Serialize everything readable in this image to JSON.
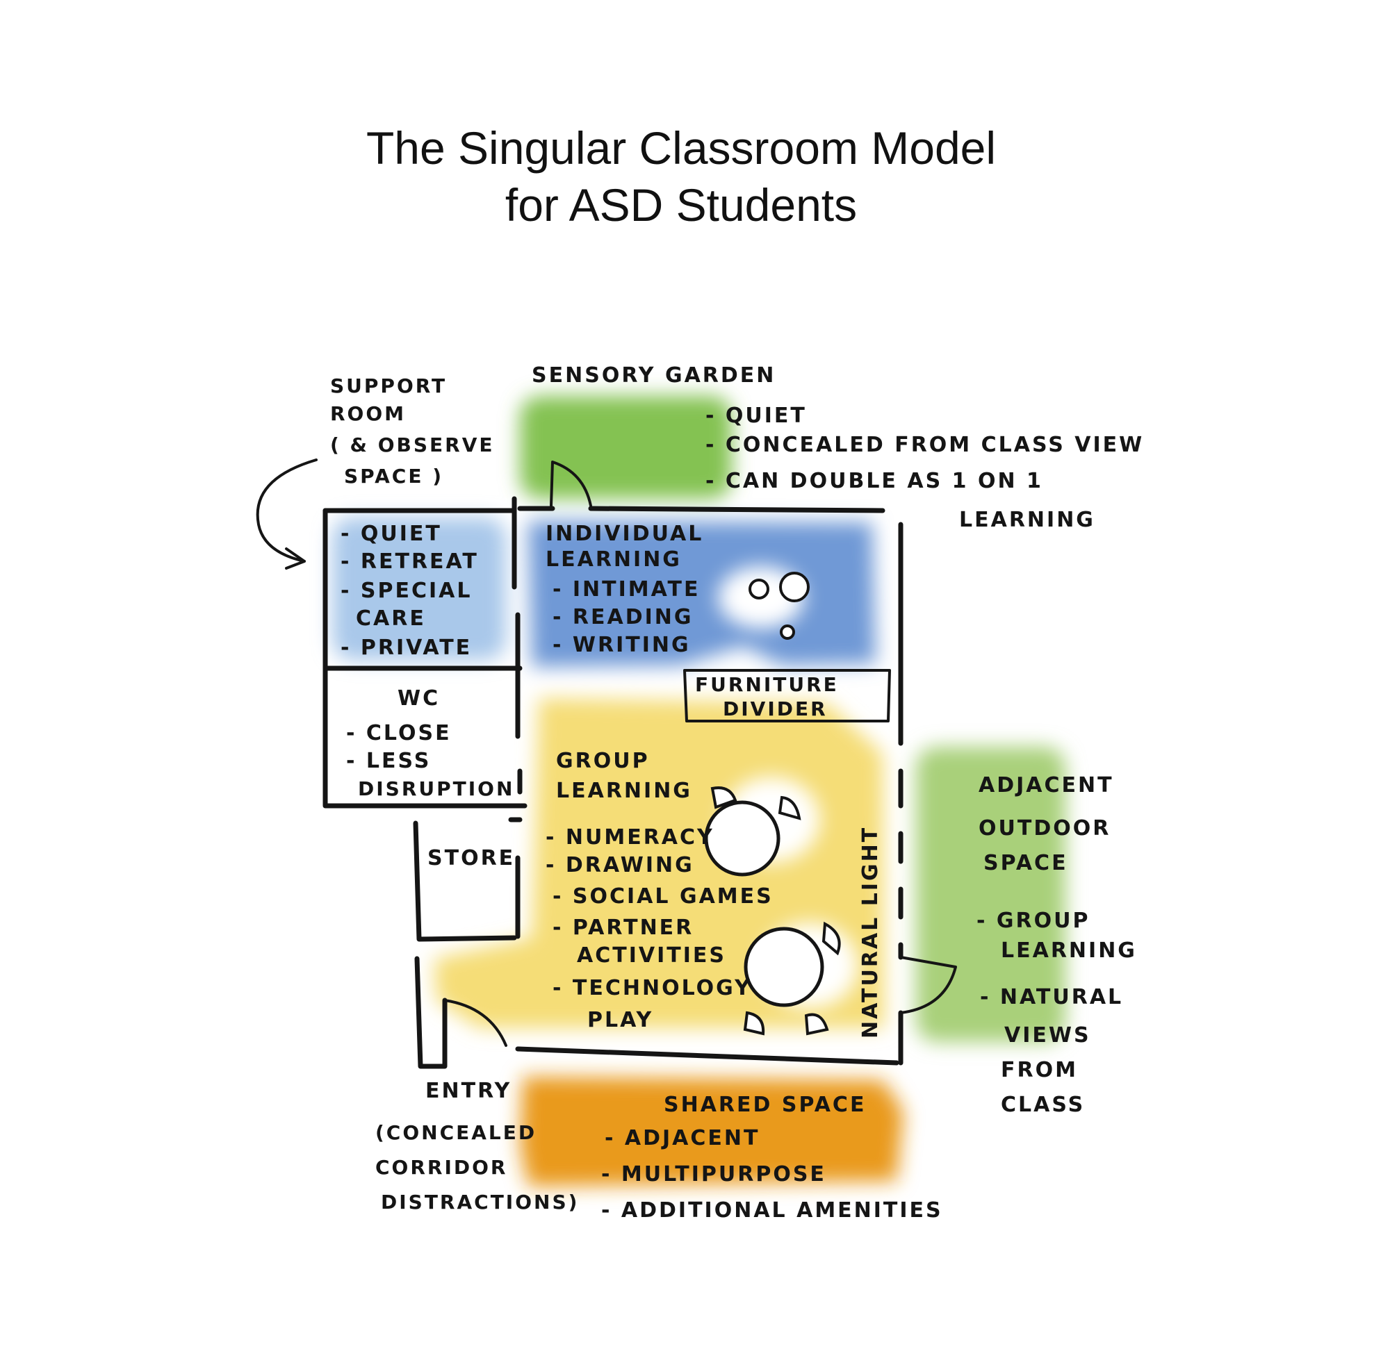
{
  "title": {
    "line1": "The Singular Classroom Model",
    "line2": "for ASD Students"
  },
  "colors": {
    "sensory_garden": "#7dbf4a",
    "support_room": "#a9c8ea",
    "individual_learning": "#6f99d6",
    "group_learning": "#f5dd77",
    "adjacent_outdoor": "#a9d07a",
    "shared_space": "#e99a1f",
    "ink": "#151515"
  },
  "sensory_garden": {
    "label": "SENSORY GARDEN",
    "notes": [
      "- QUIET",
      "- CONCEALED FROM CLASS VIEW",
      "- CAN DOUBLE AS 1 ON 1",
      "LEARNING"
    ]
  },
  "support_room": {
    "label_lines": [
      "SUPPORT",
      "ROOM",
      "( & OBSERVE",
      "SPACE )"
    ],
    "notes": [
      "- QUIET",
      "- RETREAT",
      "- SPECIAL",
      "CARE",
      "- PRIVATE"
    ]
  },
  "wc": {
    "label": "WC",
    "notes": [
      "- CLOSE",
      "- LESS",
      "DISRUPTION"
    ]
  },
  "store": {
    "label": "STORE"
  },
  "individual_learning": {
    "label_lines": [
      "INDIVIDUAL",
      "LEARNING"
    ],
    "notes": [
      "- INTIMATE",
      "- READING",
      "- WRITING"
    ]
  },
  "furniture_divider": {
    "label_lines": [
      "FURNITURE",
      "DIVIDER"
    ]
  },
  "group_learning": {
    "label_lines": [
      "GROUP",
      "LEARNING"
    ],
    "notes": [
      "- NUMERACY",
      "- DRAWING",
      "- SOCIAL GAMES",
      "- PARTNER",
      "ACTIVITIES",
      "- TECHNOLOGY",
      "PLAY"
    ]
  },
  "natural_light": {
    "label": "NATURAL LIGHT"
  },
  "adjacent_outdoor": {
    "label_lines": [
      "ADJACENT",
      "OUTDOOR",
      "SPACE"
    ],
    "notes": [
      "- GROUP",
      "LEARNING",
      "- NATURAL",
      "VIEWS",
      "FROM",
      "CLASS"
    ]
  },
  "entry": {
    "label": "ENTRY",
    "notes": [
      "(CONCEALED",
      "CORRIDOR",
      "DISTRACTIONS)"
    ]
  },
  "shared_space": {
    "label": "SHARED SPACE",
    "notes": [
      "- ADJACENT",
      "- MULTIPURPOSE",
      "- ADDITIONAL AMENITIES"
    ]
  },
  "icons": {
    "arrow": "curved-arrow-icon",
    "door": "door-swing-icon",
    "table": "round-table-icon",
    "chair": "chair-icon"
  }
}
